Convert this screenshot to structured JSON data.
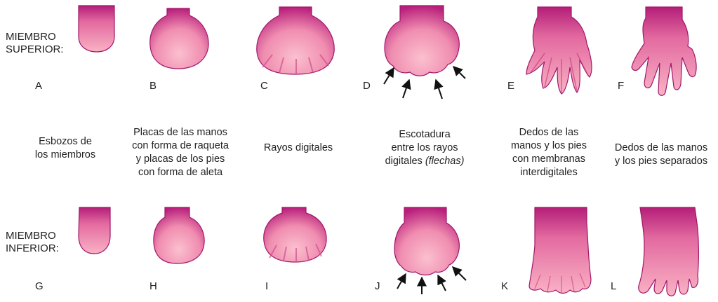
{
  "rows": {
    "upper": [
      "MIEMBRO",
      "SUPERIOR:"
    ],
    "lower": [
      "MIEMBRO",
      "INFERIOR:"
    ]
  },
  "upper_letters": [
    "A",
    "B",
    "C",
    "D",
    "E",
    "F"
  ],
  "lower_letters": [
    "G",
    "H",
    "I",
    "J",
    "K",
    "L"
  ],
  "stages": [
    {
      "lines": [
        "Esbozos de",
        "los miembros"
      ]
    },
    {
      "lines": [
        "Placas de las manos",
        "con forma de raqueta",
        "y placas de los pies",
        "con forma de aleta"
      ]
    },
    {
      "lines": [
        "Rayos digitales"
      ]
    },
    {
      "lines": [
        "Escotadura",
        "entre los rayos",
        "digitales "
      ],
      "italic": "(flechas)"
    },
    {
      "lines": [
        "Dedos de las",
        "manos y los pies",
        "con membranas",
        "interdigitales"
      ]
    },
    {
      "lines": [
        "Dedos de las manos",
        "y los pies separados"
      ]
    }
  ],
  "colors": {
    "tissue_dark": "#b8207a",
    "tissue_light": "#f7a7be",
    "arrow": "#111111"
  }
}
